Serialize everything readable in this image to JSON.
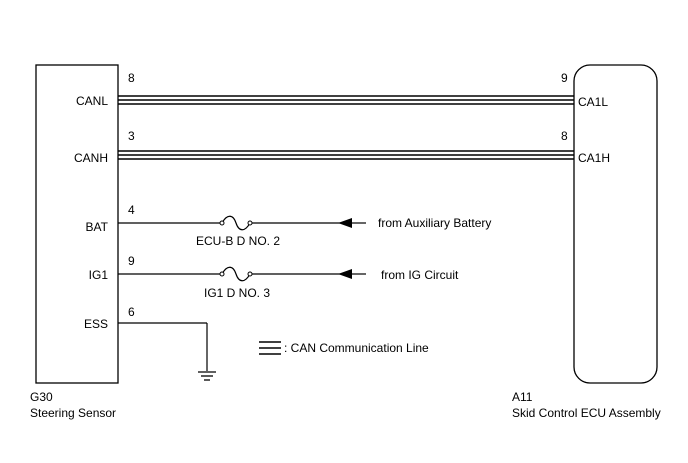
{
  "left_component": {
    "code": "G30",
    "name": "Steering Sensor",
    "terminals": [
      {
        "label": "CANL",
        "pin": "8"
      },
      {
        "label": "CANH",
        "pin": "3"
      },
      {
        "label": "BAT",
        "pin": "4"
      },
      {
        "label": "IG1",
        "pin": "9"
      },
      {
        "label": "ESS",
        "pin": "6"
      }
    ]
  },
  "right_component": {
    "code": "A11",
    "name": "Skid Control ECU Assembly",
    "terminals": [
      {
        "label": "CA1L",
        "pin": "9"
      },
      {
        "label": "CA1H",
        "pin": "8"
      }
    ]
  },
  "fuses": [
    {
      "name": "ECU-B D NO. 2",
      "source": "from Auxiliary Battery"
    },
    {
      "name": "IG1 D NO. 3",
      "source": "from IG Circuit"
    }
  ],
  "legend": {
    "can_line": ": CAN Communication Line"
  },
  "colors": {
    "line": "#000000",
    "background": "#ffffff"
  }
}
